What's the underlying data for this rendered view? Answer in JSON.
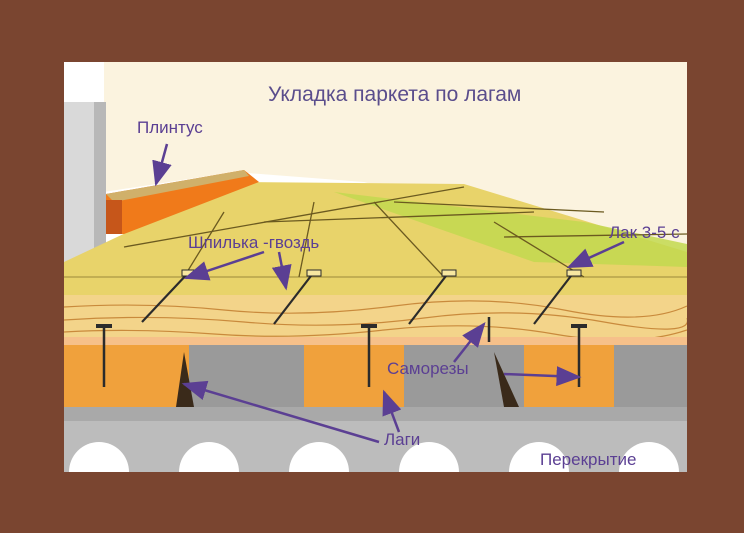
{
  "title": "Укладка паркета по лагам",
  "labels": {
    "plinth": "Плинтус",
    "nail": "Шпилька -гвоздь",
    "varnish": "Лак 3-5 с",
    "screws": "Саморезы",
    "joists": "Лаги",
    "slab": "Перекрытие"
  },
  "colors": {
    "frame": "#7a4530",
    "label": "#5b3f93",
    "parquet": "#e8d36a",
    "joist": "#f0a13c",
    "slab": "#bcbcbc",
    "plinth": "#f07a1a"
  }
}
